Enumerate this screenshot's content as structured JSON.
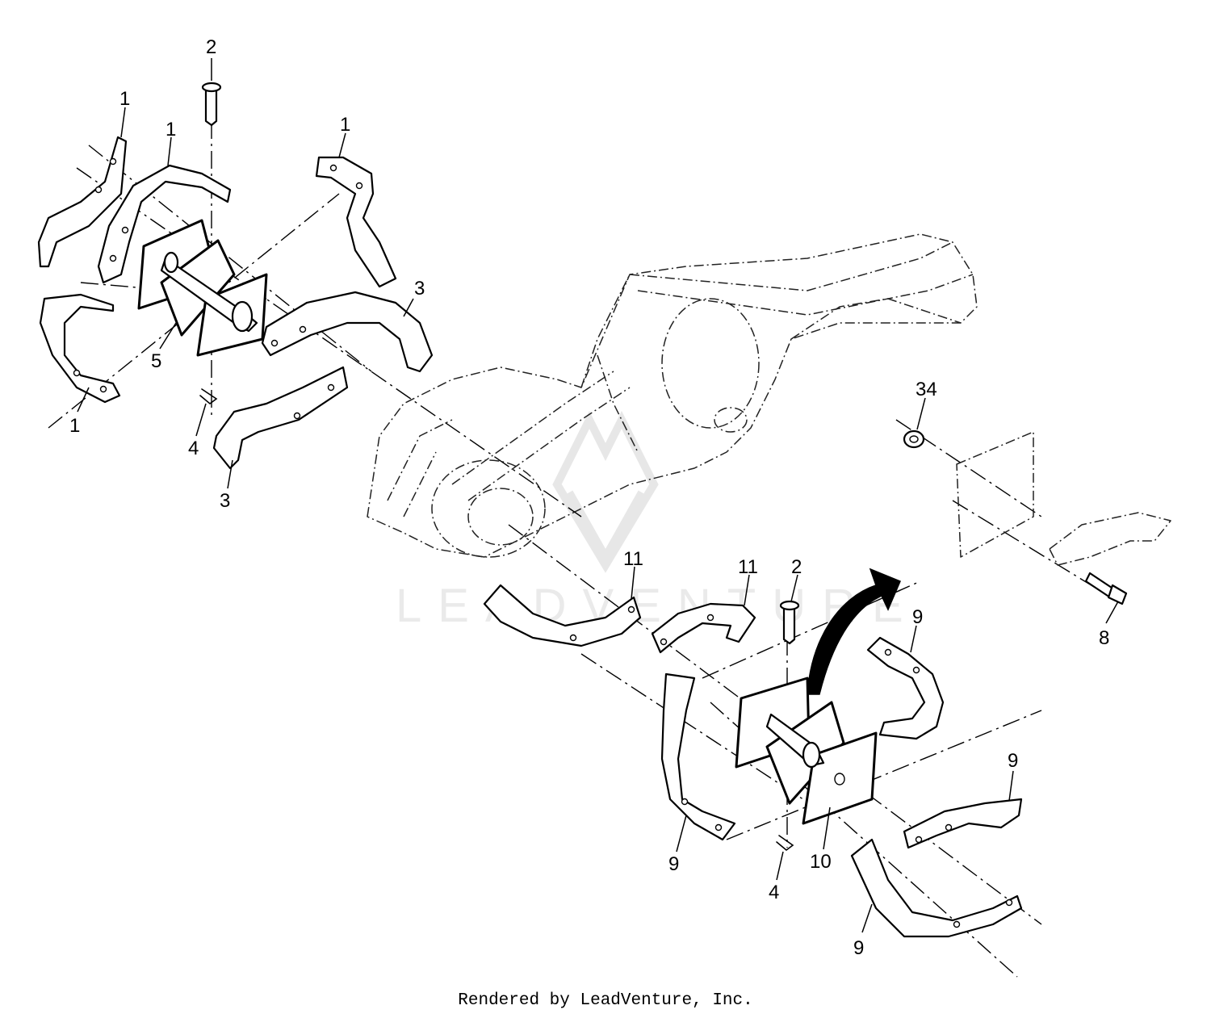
{
  "diagram": {
    "callouts": [
      {
        "id": "c-1a",
        "label": "1"
      },
      {
        "id": "c-1b",
        "label": "1"
      },
      {
        "id": "c-1c",
        "label": "1"
      },
      {
        "id": "c-1d",
        "label": "1"
      },
      {
        "id": "c-2a",
        "label": "2"
      },
      {
        "id": "c-2b",
        "label": "2"
      },
      {
        "id": "c-3a",
        "label": "3"
      },
      {
        "id": "c-3b",
        "label": "3"
      },
      {
        "id": "c-4a",
        "label": "4"
      },
      {
        "id": "c-4b",
        "label": "4"
      },
      {
        "id": "c-5",
        "label": "5"
      },
      {
        "id": "c-34",
        "label": "34"
      },
      {
        "id": "c-8",
        "label": "8"
      },
      {
        "id": "c-11a",
        "label": "11"
      },
      {
        "id": "c-11b",
        "label": "11"
      },
      {
        "id": "c-9a",
        "label": "9"
      },
      {
        "id": "c-9b",
        "label": "9"
      },
      {
        "id": "c-9c",
        "label": "9"
      },
      {
        "id": "c-9d",
        "label": "9"
      },
      {
        "id": "c-10",
        "label": "10"
      }
    ],
    "watermark": "LEADVENTURE",
    "footer": "Rendered by LeadVenture, Inc."
  }
}
